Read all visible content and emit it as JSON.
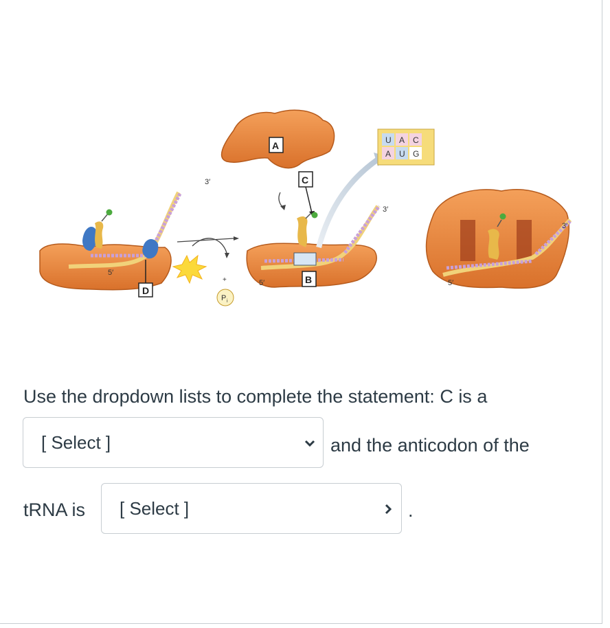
{
  "figure": {
    "labels": {
      "A": "A",
      "B": "B",
      "C": "C",
      "D": "D"
    },
    "end_5p": "5′",
    "end_3p": "3′",
    "codon_top": [
      "U",
      "A",
      "C"
    ],
    "codon_bottom": [
      "A",
      "U",
      "G"
    ],
    "pi_label": "P",
    "pi_sub": "i",
    "plus": "+"
  },
  "question": {
    "text": "Use the dropdown lists to complete the statement: C is a",
    "dropdown1": {
      "selected": "[ Select ]"
    },
    "middle_text": "and the anticodon of the",
    "lead_text": "tRNA is",
    "dropdown2": {
      "selected": "[ Select ]"
    },
    "end_text": "."
  }
}
